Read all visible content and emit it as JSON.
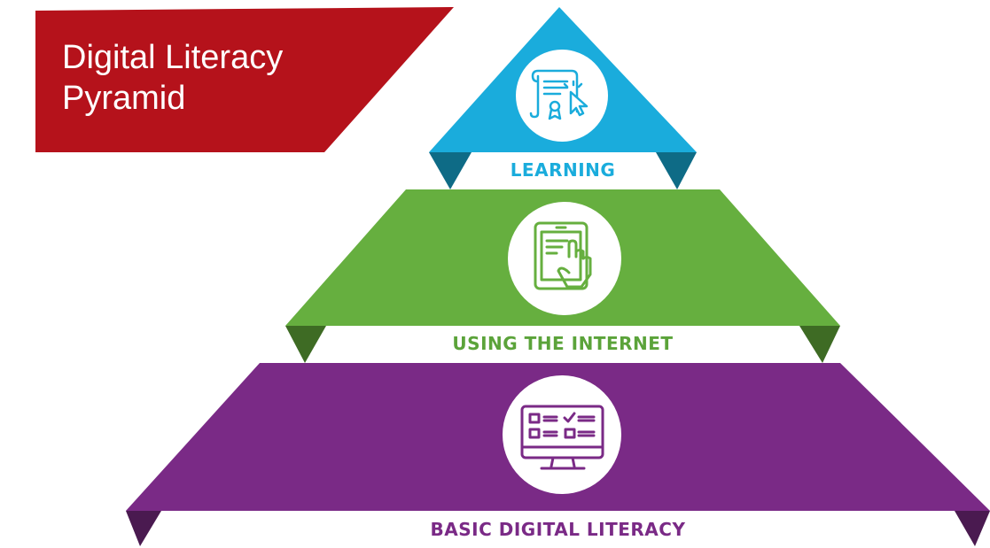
{
  "banner": {
    "title_line1": "Digital Literacy",
    "title_line2": "Pyramid",
    "color": "#B5121B"
  },
  "tiers": [
    {
      "label": "LEARNING",
      "icon": "certificate-cursor-icon",
      "color": "#1AACDC",
      "fold_color": "#0E6B86",
      "label_color": "#1AACDC"
    },
    {
      "label": "USING THE INTERNET",
      "icon": "tablet-touch-icon",
      "color": "#66AF3F",
      "fold_color": "#3E6B24",
      "label_color": "#5BA33A"
    },
    {
      "label": "BASIC DIGITAL LITERACY",
      "icon": "monitor-checklist-icon",
      "color": "#7A2A86",
      "fold_color": "#4A1A50",
      "label_color": "#7A2A86"
    }
  ]
}
